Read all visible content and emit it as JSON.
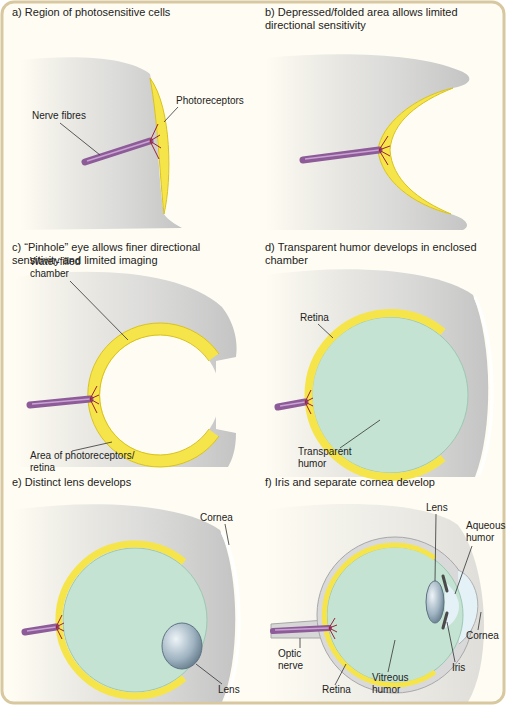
{
  "diagram": {
    "nodes": [
      {
        "text": [
          "a) Region of photosensitive cells"
        ]
      },
      {
        "text": [
          "b) Depressed/folded area allows limited directional sensitivity"
        ]
      },
      {
        "text": [
          "c) “Pinhole” eye allows finer directional sensitivity and limited imaging"
        ]
      },
      {
        "text": [
          "d) Transparent humor develops in enclosed chamber"
        ]
      },
      {
        "text": [
          "e) Distinct lens develops"
        ]
      },
      {
        "text": [
          "f) Iris and separate cornea develop"
        ]
      }
    ],
    "labels": [
      "Nerve fibres",
      "Photoreceptors",
      "Water-filled chamber",
      "Area of photoreceptors/ retina",
      "Retina",
      "Transparent humor",
      "Cornea",
      "Lens",
      "Lens",
      "Aqueous humor",
      "Cornea",
      "Optic nerve",
      "Iris",
      "Retina",
      "Vitreous humor"
    ]
  }
}
